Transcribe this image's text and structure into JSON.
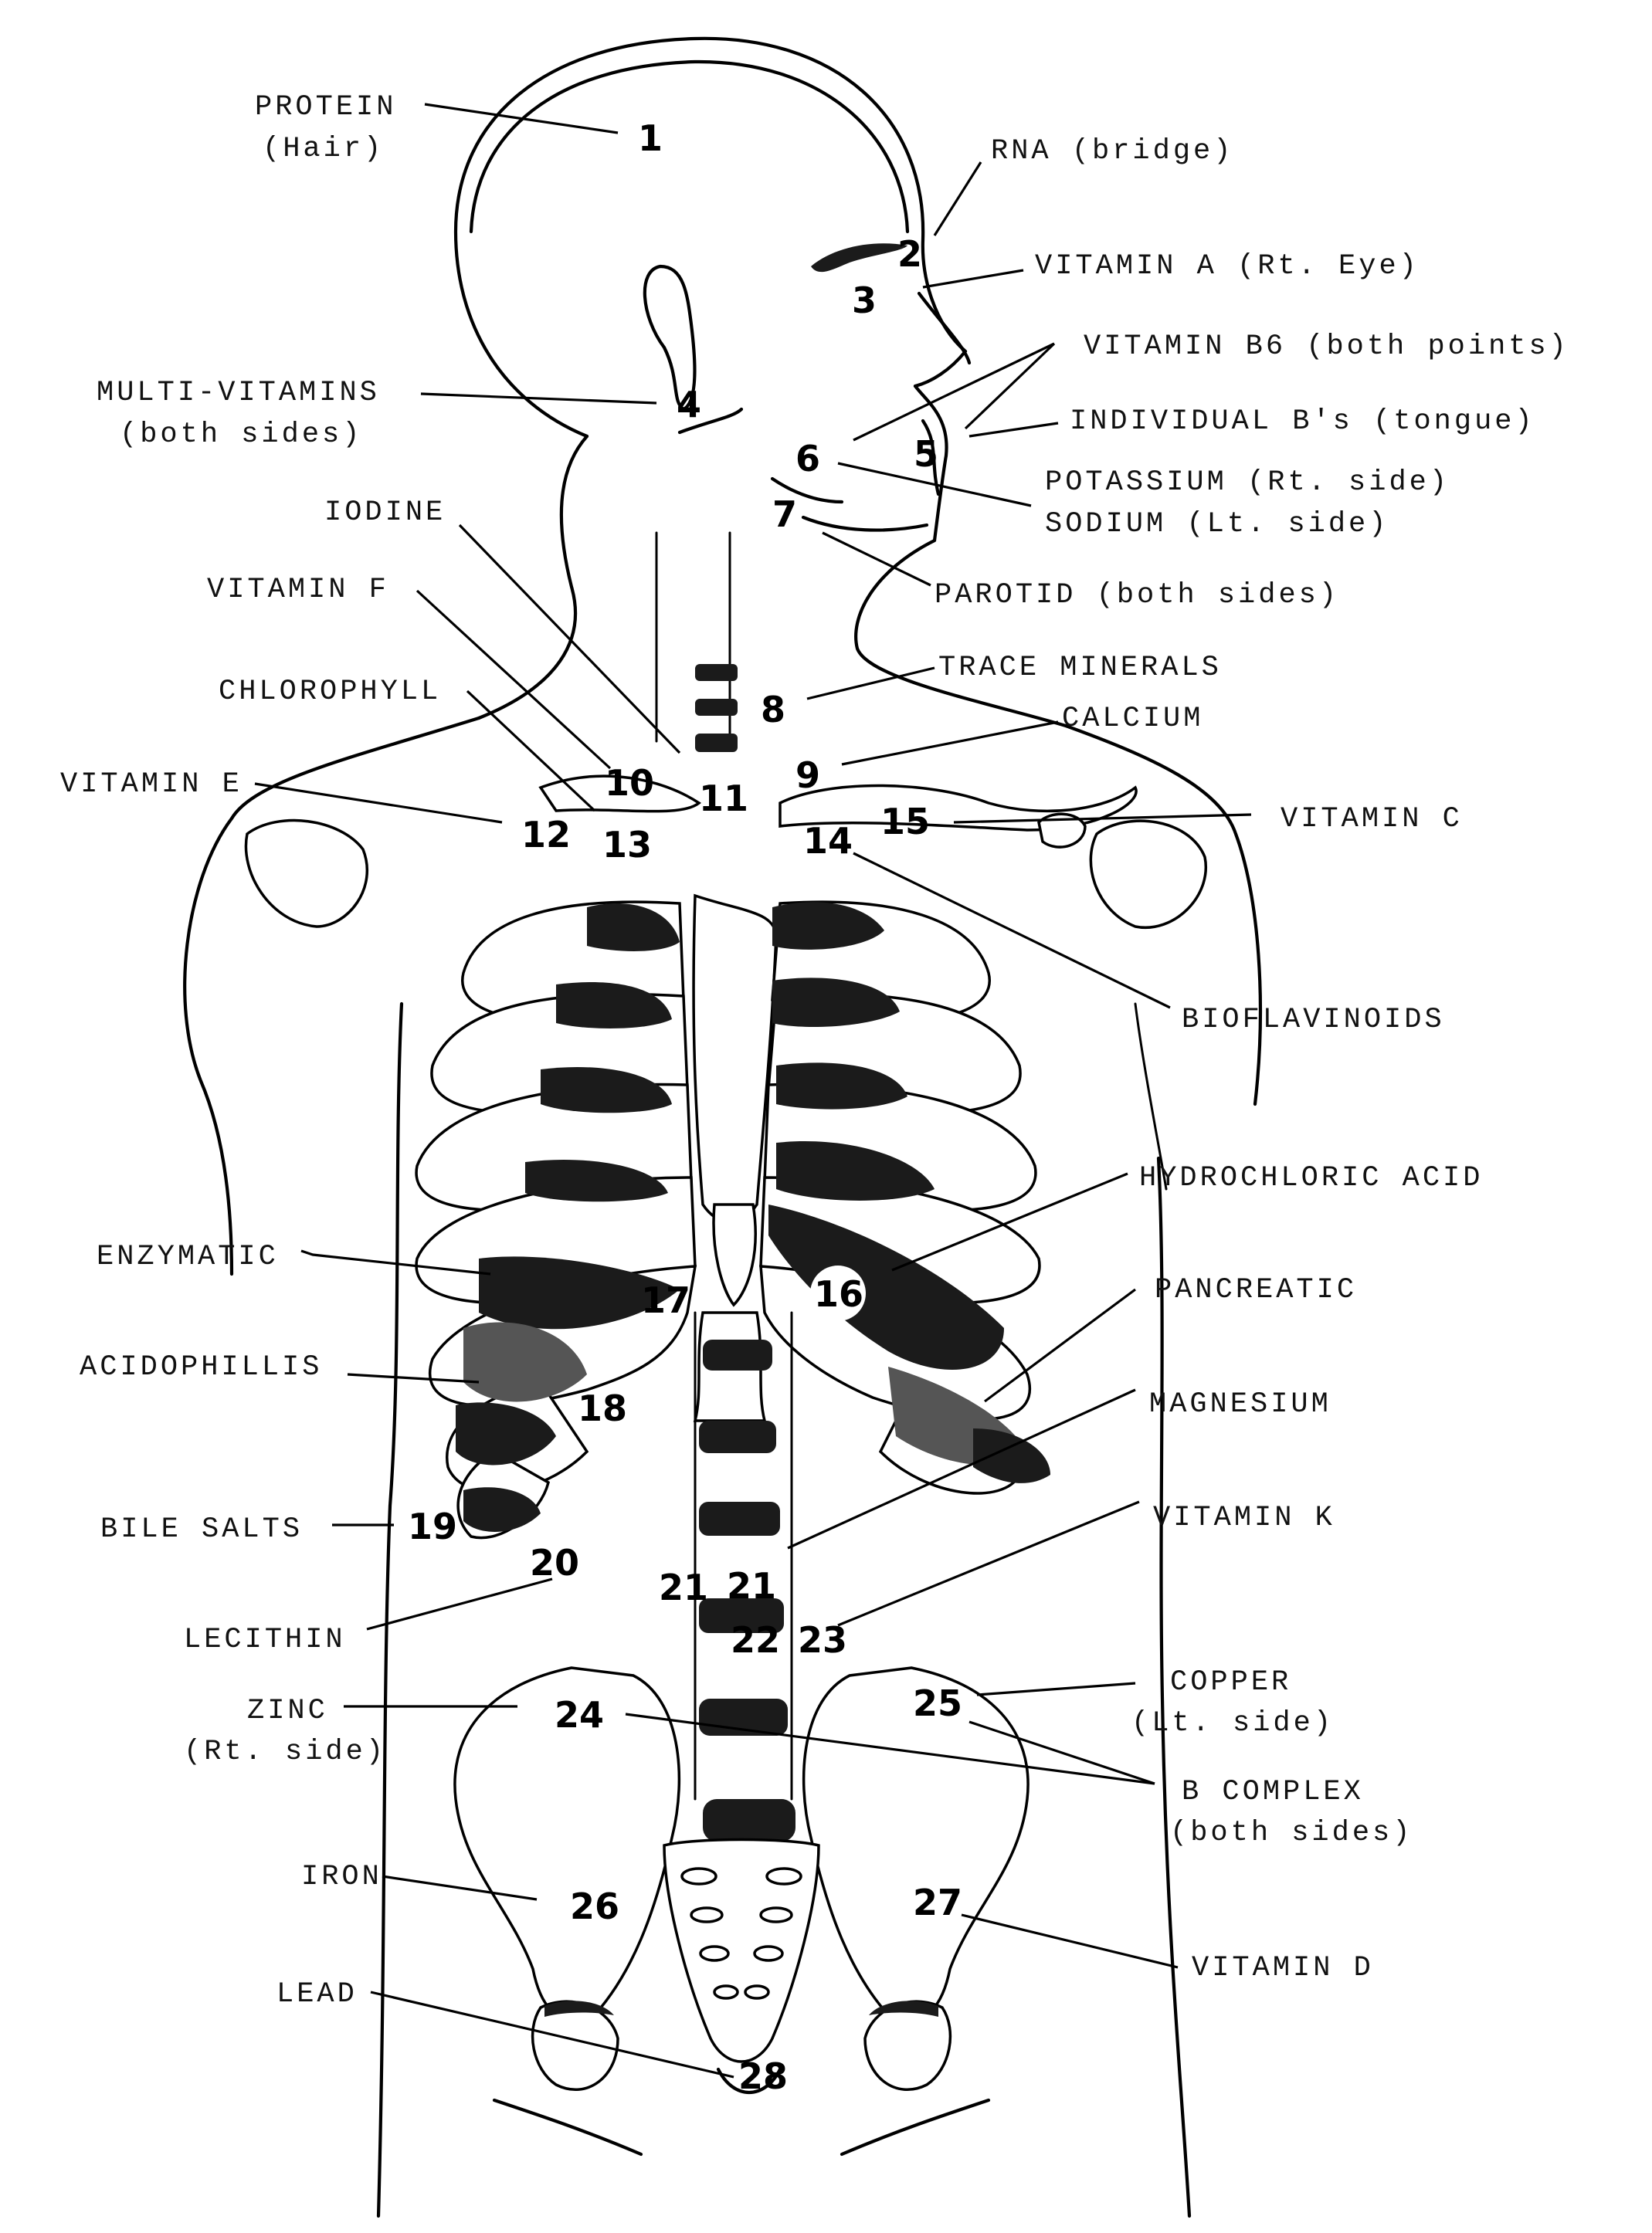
{
  "labels": [
    {
      "id": "protein",
      "lines": [
        "PROTEIN",
        "(Hair)"
      ]
    },
    {
      "id": "rna",
      "lines": [
        "RNA (bridge)"
      ]
    },
    {
      "id": "vitamin-a",
      "lines": [
        "VITAMIN A (Rt. Eye)"
      ]
    },
    {
      "id": "vitamin-b6",
      "lines": [
        "VITAMIN B6 (both points)"
      ]
    },
    {
      "id": "multi-vitamins",
      "lines": [
        "MULTI-VITAMINS",
        "(both sides)"
      ]
    },
    {
      "id": "individual-bs",
      "lines": [
        "INDIVIDUAL B's (tongue)"
      ]
    },
    {
      "id": "potassium",
      "lines": [
        "POTASSIUM (Rt. side)"
      ]
    },
    {
      "id": "sodium",
      "lines": [
        "SODIUM (Lt. side)"
      ]
    },
    {
      "id": "iodine",
      "lines": [
        "IODINE"
      ]
    },
    {
      "id": "vitamin-f",
      "lines": [
        "VITAMIN F"
      ]
    },
    {
      "id": "parotid",
      "lines": [
        "PAROTID (both sides)"
      ]
    },
    {
      "id": "trace-minerals",
      "lines": [
        "TRACE MINERALS"
      ]
    },
    {
      "id": "chlorophyll",
      "lines": [
        "CHLOROPHYLL"
      ]
    },
    {
      "id": "calcium",
      "lines": [
        "CALCIUM"
      ]
    },
    {
      "id": "vitamin-e",
      "lines": [
        "VITAMIN E"
      ]
    },
    {
      "id": "vitamin-c",
      "lines": [
        "VITAMIN C"
      ]
    },
    {
      "id": "bioflavinoids",
      "lines": [
        "BIOFLAVINOIDS"
      ]
    },
    {
      "id": "hydrochloric-acid",
      "lines": [
        "HYDROCHLORIC ACID"
      ]
    },
    {
      "id": "enzymatic",
      "lines": [
        "ENZYMATIC"
      ]
    },
    {
      "id": "pancreatic",
      "lines": [
        "PANCREATIC"
      ]
    },
    {
      "id": "acidophillis",
      "lines": [
        "ACIDOPHILLIS"
      ]
    },
    {
      "id": "magnesium",
      "lines": [
        "MAGNESIUM"
      ]
    },
    {
      "id": "bile-salts",
      "lines": [
        "BILE SALTS"
      ]
    },
    {
      "id": "vitamin-k",
      "lines": [
        "VITAMIN K"
      ]
    },
    {
      "id": "lecithin",
      "lines": [
        "LECITHIN"
      ]
    },
    {
      "id": "copper",
      "lines": [
        "COPPER",
        "(Lt. side)"
      ]
    },
    {
      "id": "zinc",
      "lines": [
        "ZINC",
        "(Rt. side)"
      ]
    },
    {
      "id": "b-complex",
      "lines": [
        "B COMPLEX",
        "(both sides)"
      ]
    },
    {
      "id": "iron",
      "lines": [
        "IRON"
      ]
    },
    {
      "id": "vitamin-d",
      "lines": [
        "VITAMIN D"
      ]
    },
    {
      "id": "lead",
      "lines": [
        "LEAD"
      ]
    }
  ],
  "points": [
    "1",
    "2",
    "3",
    "4",
    "5",
    "6",
    "7",
    "8",
    "9",
    "10",
    "11",
    "12",
    "13",
    "14",
    "15",
    "16",
    "17",
    "18",
    "19",
    "20",
    "21",
    "21",
    "22",
    "23",
    "24",
    "25",
    "26",
    "27",
    "28"
  ]
}
